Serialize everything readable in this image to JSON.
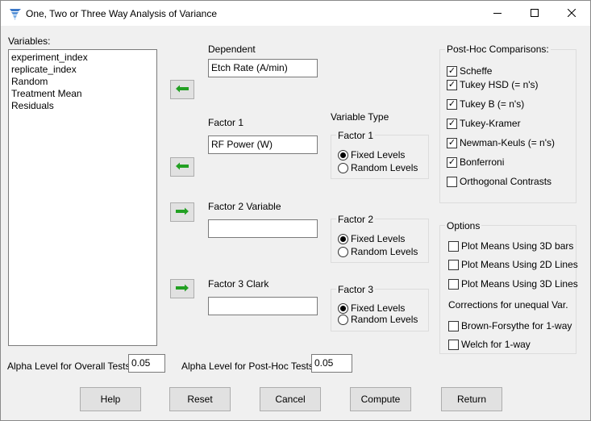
{
  "window": {
    "title": "One, Two or Three Way Analysis of Variance",
    "minimize_icon": "minimize-icon",
    "maximize_icon": "maximize-icon",
    "close_icon": "close-icon"
  },
  "variables": {
    "label": "Variables:",
    "items": [
      "experiment_index",
      "replicate_index",
      "Random",
      "Treatment Mean",
      "Residuals"
    ]
  },
  "dependent": {
    "label": "Dependent",
    "value": "Etch Rate (A/min)"
  },
  "factor1": {
    "label": "Factor 1",
    "value": "RF Power (W)"
  },
  "factor2": {
    "label": "Factor 2 Variable",
    "value": ""
  },
  "factor3": {
    "label": "Factor 3 Clark",
    "value": ""
  },
  "variable_type": {
    "label": "Variable Type",
    "groups": [
      {
        "legend": "Factor 1",
        "fixed": "Fixed Levels",
        "random": "Random Levels",
        "selected": "fixed"
      },
      {
        "legend": "Factor 2",
        "fixed": "Fixed Levels",
        "random": "Random Levels",
        "selected": "fixed"
      },
      {
        "legend": "Factor 3",
        "fixed": "Fixed Levels",
        "random": "Random Levels",
        "selected": "fixed"
      }
    ]
  },
  "posthoc": {
    "legend": "Post-Hoc Comparisons:",
    "items": [
      {
        "label": "Scheffe",
        "checked": true
      },
      {
        "label": "Tukey HSD (= n's)",
        "checked": true
      },
      {
        "label": "Tukey B (= n's)",
        "checked": true
      },
      {
        "label": "Tukey-Kramer",
        "checked": true
      },
      {
        "label": "Newman-Keuls (= n's)",
        "checked": true
      },
      {
        "label": "Bonferroni",
        "checked": true
      },
      {
        "label": "Orthogonal Contrasts",
        "checked": false
      }
    ]
  },
  "options": {
    "legend": "Options",
    "items": [
      {
        "label": "Plot Means Using 3D bars",
        "checked": false
      },
      {
        "label": "Plot Means Using 2D Lines",
        "checked": false
      },
      {
        "label": "Plot Means Using 3D Lines",
        "checked": false
      }
    ],
    "corrections_label": "Corrections for unequal Var.",
    "corrections": [
      {
        "label": "Brown-Forsythe for 1-way",
        "checked": false
      },
      {
        "label": "Welch for 1-way",
        "checked": false
      }
    ]
  },
  "alpha": {
    "overall_label": "Alpha Level for Overall Tests",
    "overall_value": "0.05",
    "posthoc_label": "Alpha Level for Post-Hoc Tests",
    "posthoc_value": "0.05"
  },
  "buttons": {
    "help": "Help",
    "reset": "Reset",
    "cancel": "Cancel",
    "compute": "Compute",
    "return": "Return"
  },
  "colors": {
    "arrow": "#22a022",
    "titlebar": "#ffffff",
    "dialog": "#f0f0f0"
  }
}
